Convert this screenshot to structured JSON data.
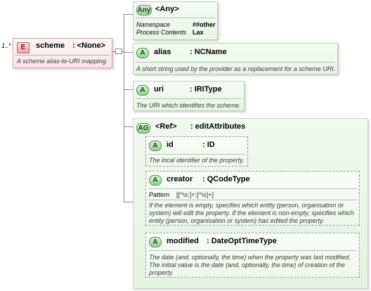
{
  "root": {
    "multiplicity": "1..*",
    "badge": "E",
    "name": "scheme",
    "type": ": <None>",
    "doc": "A scheme alias-to-URI mapping."
  },
  "any": {
    "badge": "Any",
    "name": "<Any>",
    "props": [
      {
        "label": "Namespace",
        "value": "##other"
      },
      {
        "label": "Process Contents",
        "value": "Lax"
      }
    ]
  },
  "alias": {
    "badge": "A",
    "name": "alias",
    "type": ": NCName",
    "doc": "A short string used by the provider as a replacement for a scheme URI."
  },
  "uri": {
    "badge": "A",
    "name": "uri",
    "type": ": IRIType",
    "doc": "The URI which identifies the scheme."
  },
  "group": {
    "badge": "AG",
    "name": "<Ref>",
    "type": ": editAttributes",
    "id": {
      "badge": "A",
      "name": "id",
      "type": ": ID",
      "doc": "The local identifier of the property."
    },
    "creator": {
      "badge": "A",
      "name": "creator",
      "type": ": QCodeType",
      "pattern_label": "Pattern",
      "pattern_value": "[[^\\s:]+:[^\\s]+]",
      "doc_lines": [
        "If the element is empty, specifies which entity (person, organisation or",
        "system) will edit the property. If the element is non-empty, specifies which",
        "entity (person, organisation or system) has edited the property."
      ]
    },
    "modified": {
      "badge": "A",
      "name": "modified",
      "type": ": DateOptTimeType",
      "doc_lines": [
        "The date (and, optionally, the time) when the property was last modified.",
        "The initial value is the date (and, optionally, the time) of creation of the",
        "property."
      ]
    }
  }
}
